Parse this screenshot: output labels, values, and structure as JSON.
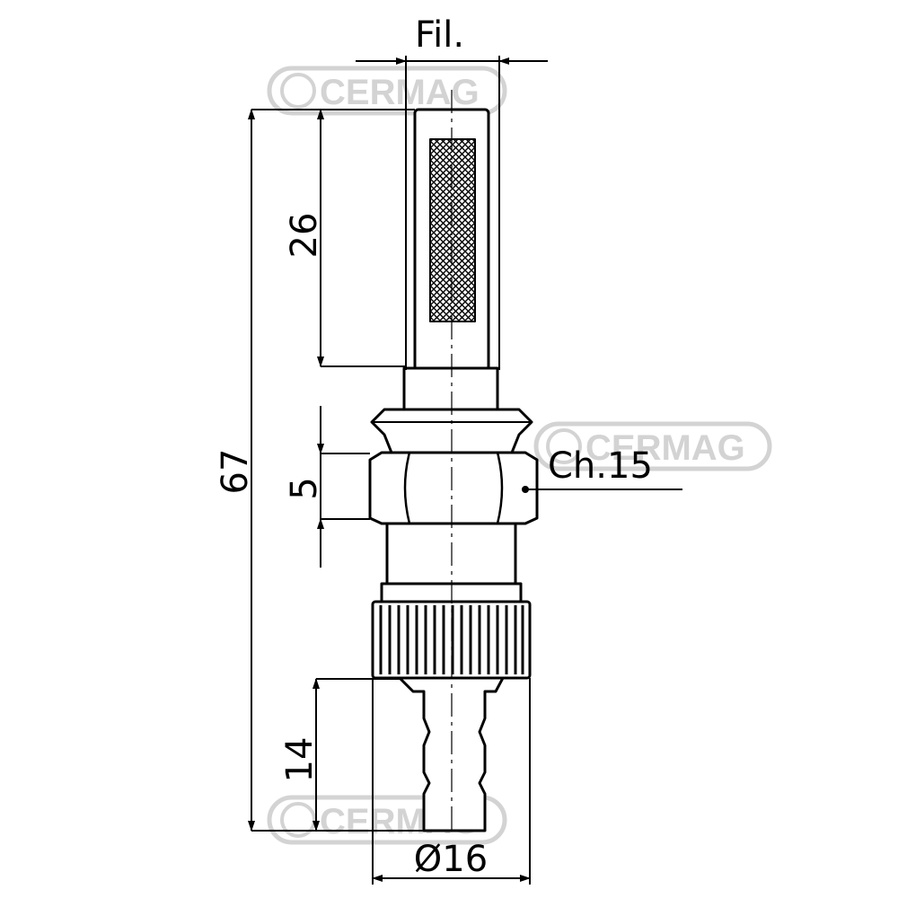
{
  "dimensions": {
    "filter_label": "Fil.",
    "total_length": "67",
    "filter_length": "26",
    "nut_height": "5",
    "hose_tail_length": "14",
    "diameter": "Ø16",
    "wrench_size": "Ch.15"
  },
  "watermark": {
    "text": "CERMAG",
    "color": "#cfcfcf"
  }
}
